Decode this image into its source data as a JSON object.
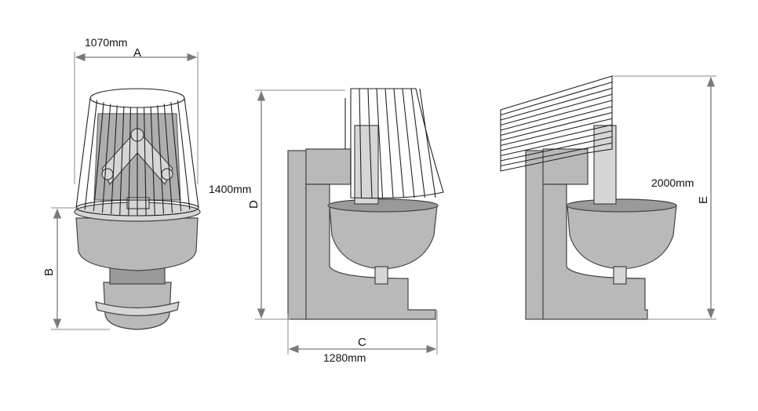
{
  "diagram": {
    "front_view": {
      "width_label": "1070mm",
      "width_letter": "A",
      "height_letter": "B"
    },
    "side_view": {
      "height_label": "1400mm",
      "height_letter": "D",
      "depth_label": "1280mm",
      "depth_letter": "C"
    },
    "open_view": {
      "height_label": "2000mm",
      "height_letter": "E"
    }
  }
}
